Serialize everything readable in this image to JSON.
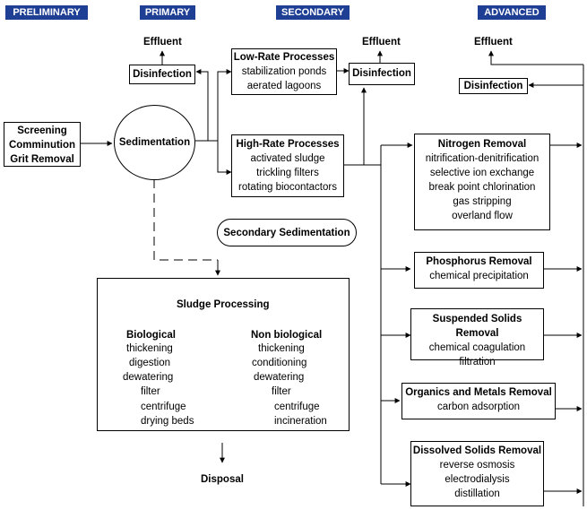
{
  "stages": {
    "preliminary": "PRELIMINARY",
    "primary": "PRIMARY",
    "secondary": "SECONDARY",
    "advanced": "ADVANCED"
  },
  "preliminary_box": {
    "line1": "Screening",
    "line2": "Comminution",
    "line3": "Grit Removal"
  },
  "primary": {
    "sedimentation": "Sedimentation",
    "effluent": "Effluent",
    "disinfection": "Disinfection"
  },
  "secondary": {
    "effluent": "Effluent",
    "disinfection": "Disinfection",
    "low_rate": {
      "title": "Low-Rate Processes",
      "items": [
        "stabilization ponds",
        "aerated lagoons"
      ]
    },
    "high_rate": {
      "title": "High-Rate Processes",
      "items": [
        "activated sludge",
        "trickling filters",
        "rotating biocontactors"
      ]
    },
    "secondary_sedimentation": "Secondary Sedimentation"
  },
  "advanced": {
    "effluent": "Effluent",
    "disinfection": "Disinfection",
    "nitrogen": {
      "title": "Nitrogen Removal",
      "items": [
        "nitrification-denitrification",
        "selective ion exchange",
        "break point chlorination",
        "gas stripping",
        "overland flow"
      ]
    },
    "phosphorus": {
      "title": "Phosphorus Removal",
      "items": [
        "chemical precipitation"
      ]
    },
    "suspended": {
      "title": "Suspended Solids Removal",
      "items": [
        "chemical coagulation",
        "filtration"
      ]
    },
    "organics": {
      "title": "Organics and Metals Removal",
      "items": [
        "carbon adsorption"
      ]
    },
    "dissolved": {
      "title": "Dissolved Solids Removal",
      "items": [
        "reverse osmosis",
        "electrodialysis",
        "distillation"
      ]
    }
  },
  "sludge": {
    "title": "Sludge Processing",
    "biological": {
      "heading": "Biological",
      "items": [
        "thickening",
        "digestion",
        "dewatering",
        "filter",
        "centrifuge",
        "drying beds"
      ]
    },
    "non_biological": {
      "heading": "Non biological",
      "items": [
        "thickening",
        "conditioning",
        "dewatering",
        "filter",
        "centrifuge",
        "incineration"
      ]
    },
    "disposal": "Disposal"
  }
}
